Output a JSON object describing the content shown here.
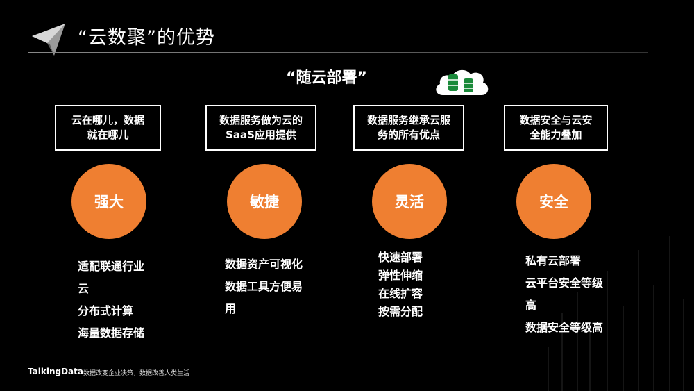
{
  "header": {
    "title": "“云数聚”的优势"
  },
  "subtitle": "“随云部署”",
  "columns": [
    {
      "box": "云在哪儿，数据\n就在哪儿",
      "circle": "强大",
      "items": [
        "适配联通行业",
        "云",
        "分布式计算",
        "海量数据存储"
      ]
    },
    {
      "box": "数据服务做为云的\nSaaS应用提供",
      "circle": "敏捷",
      "items": [
        "数据资产可视化",
        "数据工具方便易",
        "用"
      ]
    },
    {
      "box": "数据服务继承云服\n务的所有优点",
      "circle": "灵活",
      "items": [
        "快速部署",
        "弹性伸缩",
        "在线扩容",
        "按需分配"
      ]
    },
    {
      "box": "数据安全与云安\n全能力叠加",
      "circle": "安全",
      "items": [
        "私有云部署",
        "云平台安全等级",
        "高",
        "数据安全等级高"
      ]
    }
  ],
  "footer": {
    "brand": "TalkingData",
    "tagline": "数据改变企业决策，数据改善人类生活"
  },
  "colors": {
    "accent": "#ef7f31",
    "cloud_green": "#1a8a3a",
    "background": "#000000"
  },
  "icons": [
    "paper-plane-logo-icon",
    "cloud-database-icon"
  ]
}
